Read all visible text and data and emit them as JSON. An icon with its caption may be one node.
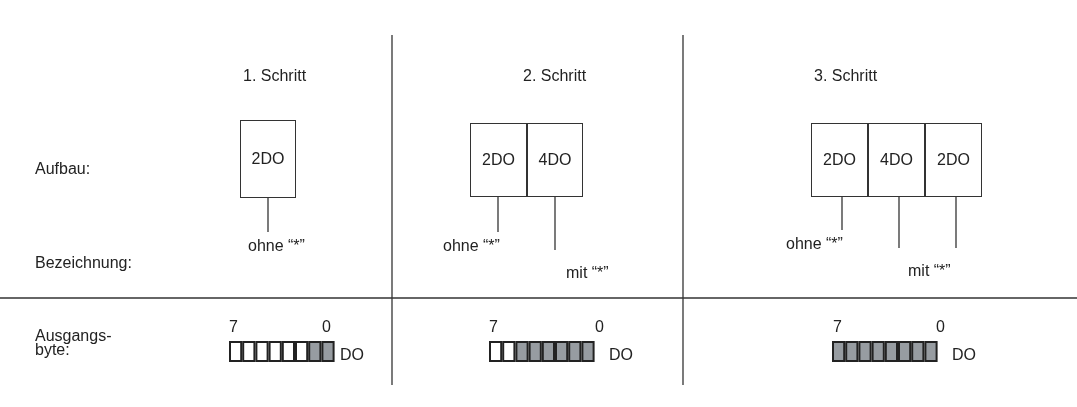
{
  "diagram": {
    "nodes": [
      {
        "text": [
          "2DO"
        ]
      },
      {
        "text": [
          "ohne “*”"
        ]
      },
      {
        "text": [
          "2DO"
        ]
      },
      {
        "text": [
          "4DO"
        ]
      },
      {
        "text": [
          "ohne “*”"
        ]
      },
      {
        "text": [
          "mit “*”"
        ]
      },
      {
        "text": [
          "2DO"
        ]
      },
      {
        "text": [
          "4DO"
        ]
      },
      {
        "text": [
          "2DO"
        ]
      },
      {
        "text": [
          "ohne “*”"
        ]
      },
      {
        "text": [
          "mit “*”"
        ]
      }
    ],
    "edges": [
      {
        "from": 1,
        "to": 0,
        "arrow": "none"
      },
      {
        "from": 4,
        "to": 2,
        "arrow": "none"
      },
      {
        "from": 5,
        "to": 3,
        "arrow": "none"
      },
      {
        "from": 9,
        "to": 6,
        "arrow": "none"
      },
      {
        "from": 10,
        "to": 7,
        "arrow": "none"
      },
      {
        "from": 10,
        "to": 8,
        "arrow": "none"
      }
    ],
    "labels": [
      "1. Schritt",
      "2. Schritt",
      "3. Schritt",
      "Aufbau:",
      "Bezeichnung:",
      "Ausgangs- byte:",
      "7",
      "0",
      "DO",
      "7",
      "0",
      "DO",
      "7",
      "0",
      "DO"
    ]
  }
}
